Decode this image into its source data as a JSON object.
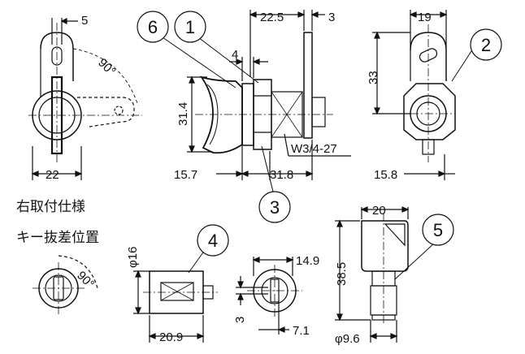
{
  "dims": {
    "d5": "5",
    "d22_5": "22.5",
    "d3_top": "3",
    "d19": "19",
    "d4": "4",
    "d90_top": "90°",
    "d33": "33",
    "d31_4": "31.4",
    "d15_7": "15.7",
    "d31_8": "31.8",
    "thread": "W3/4-27",
    "d22": "22",
    "d15_8": "15.8",
    "d20": "20",
    "d16": "φ16",
    "d14_9": "14.9",
    "d38_5": "38.5",
    "d90_bottom": "90°",
    "d3_side": "3",
    "d20_9": "20.9",
    "d7_1": "7.1",
    "d9_6": "φ9.6"
  },
  "callouts": {
    "c1": "1",
    "c2": "2",
    "c3": "3",
    "c4": "4",
    "c5": "5",
    "c6": "6"
  },
  "notes": {
    "right_mount": "右取付仕様",
    "key_position": "キー抜差位置"
  }
}
